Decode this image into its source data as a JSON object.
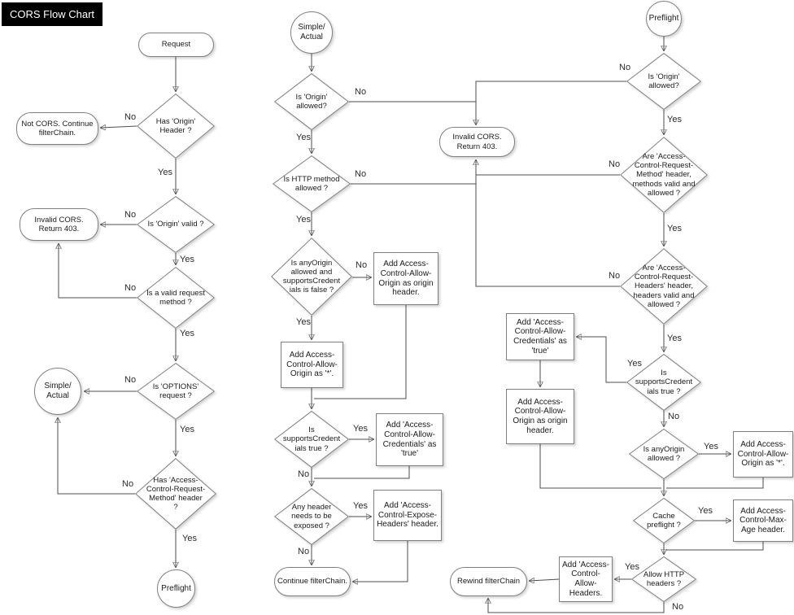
{
  "title": "CORS Flow Chart",
  "labels": {
    "yes": "Yes",
    "no": "No"
  },
  "colors": {
    "title_bg": "#000000",
    "title_text": "#ffffff",
    "shape_border": "#7f7f7f",
    "line": "#4d4d4d"
  },
  "nodes": {
    "request": {
      "type": "terminator",
      "label": "Request"
    },
    "d_has_origin": {
      "type": "decision",
      "label": "Has 'Origin'\nHeader ?"
    },
    "not_cors": {
      "type": "terminator",
      "label": "Not CORS. Continue\nfilterChain."
    },
    "d_origin_valid": {
      "type": "decision",
      "label": "Is 'Origin' valid ?"
    },
    "invalid_cors_left": {
      "type": "terminator",
      "label": "Invalid CORS.\nReturn 403."
    },
    "d_valid_method": {
      "type": "decision",
      "label": "Is a valid request\nmethod ?"
    },
    "d_options": {
      "type": "decision",
      "label": "Is 'OPTIONS'\nrequest ?"
    },
    "simple_actual_left": {
      "type": "connector",
      "label": "Simple/\nActual"
    },
    "d_acrm_header": {
      "type": "decision",
      "label": "Has 'Access-\nControl-Request-\nMethod' header\n?"
    },
    "preflight_left": {
      "type": "connector",
      "label": "Preflight"
    },
    "simple_actual_mid": {
      "type": "connector",
      "label": "Simple/\nActual"
    },
    "d_origin_allowed_mid": {
      "type": "decision",
      "label": "Is 'Origin'\nallowed?"
    },
    "d_http_method": {
      "type": "decision",
      "label": "Is HTTP method\nallowed ?"
    },
    "d_anyorigin_mid": {
      "type": "decision",
      "label": "Is anyOrigin\nallowed and\nsupportsCredent\nials is false ?"
    },
    "add_origin_hdr_mid": {
      "type": "process",
      "label": "Add Access-\nControl-Allow-\nOrigin as origin\nheader."
    },
    "add_star_mid": {
      "type": "process",
      "label": "Add Access-\nControl-Allow-\nOrigin as '*'."
    },
    "d_supports_cred_mid": {
      "type": "decision",
      "label": "Is\nsupportsCredent\nials true ?"
    },
    "add_cred_true_mid": {
      "type": "process",
      "label": "Add 'Access-\nControl-Allow-\nCredentials' as\n'true'"
    },
    "d_expose": {
      "type": "decision",
      "label": "Any header\nneeds to be\nexposed ?"
    },
    "add_expose": {
      "type": "process",
      "label": "Add 'Access-\nControl-Expose-\nHeaders' header."
    },
    "continue_filterchain": {
      "type": "terminator",
      "label": "Continue filterChain."
    },
    "invalid_cors_mid": {
      "type": "terminator",
      "label": "Invalid CORS.\nReturn 403."
    },
    "preflight_top": {
      "type": "connector",
      "label": "Preflight"
    },
    "d_origin_allowed_r": {
      "type": "decision",
      "label": "Is 'Origin'\nallowed?"
    },
    "d_acrm_valid": {
      "type": "decision",
      "label": "Are 'Access-\nControl-Request-\nMethod' header,\nmethods valid and\nallowed ?"
    },
    "d_acrh_valid": {
      "type": "decision",
      "label": "Are 'Access-\nControl-Request-\nHeaders' header,\nheaders valid and\nallowed ?"
    },
    "d_supports_cred_r": {
      "type": "decision",
      "label": "Is\nsupportsCredent\nials true ?"
    },
    "add_cred_true_r": {
      "type": "process",
      "label": "Add 'Access-\nControl-Allow-\nCredentials' as\n'true'"
    },
    "add_origin_hdr_r": {
      "type": "process",
      "label": "Add Access-\nControl-Allow-\nOrigin as origin\nheader."
    },
    "d_anyorigin_r": {
      "type": "decision",
      "label": "Is anyOrigin\nallowed ?"
    },
    "add_star_r": {
      "type": "process",
      "label": "Add Access-\nControl-Allow-\nOrigin as '*'."
    },
    "d_cache": {
      "type": "decision",
      "label": "Cache\npreflight ?"
    },
    "add_maxage": {
      "type": "process",
      "label": "Add Access-\nControl-Max-\nAge header."
    },
    "d_allow_http": {
      "type": "decision",
      "label": "Allow HTTP\nheaders ?"
    },
    "add_allow_headers": {
      "type": "process",
      "label": "Add 'Access-\nControl-\nAllow-\nHeaders."
    },
    "rewind_filterchain": {
      "type": "terminator",
      "label": "Rewind filterChain"
    }
  }
}
